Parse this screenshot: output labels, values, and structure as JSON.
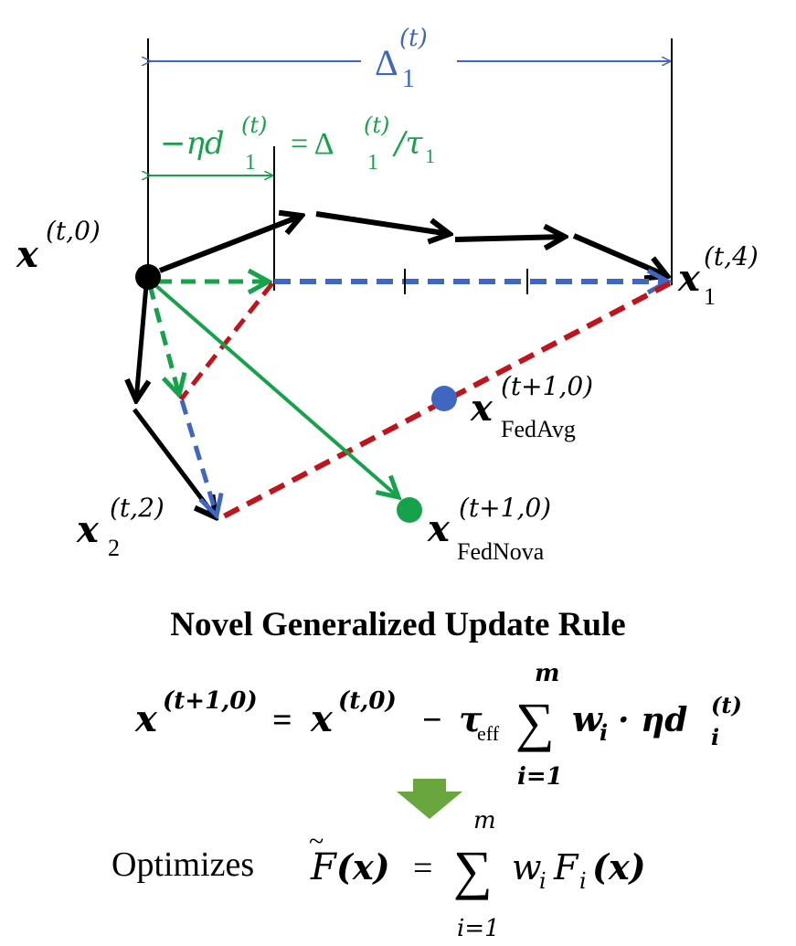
{
  "colors": {
    "black": "#000000",
    "blue": "#3f66c0",
    "green": "#16a24a",
    "red": "#c0141c",
    "arrow_green": "#6aa63e"
  },
  "labels": {
    "delta_main": "Δ",
    "delta_sub": "1",
    "delta_sup": "(t)",
    "step_lhs": "−ηd",
    "step_sub": "1",
    "step_sup": "(t)",
    "step_eq": "= Δ",
    "step_sub2": "1",
    "step_sup2": "(t)",
    "step_rhs": "/τ",
    "step_rhs_sub": "1",
    "x0": "x",
    "x0_sup": "(t,0)",
    "x1": "x",
    "x1_sub": "1",
    "x1_sup": "(t,4)",
    "x2": "x",
    "x2_sub": "2",
    "x2_sup": "(t,2)",
    "fedavg": "x",
    "fedavg_sub": "FedAvg",
    "fedavg_sup": "(t+1,0)",
    "fednova": "x",
    "fednova_sub": "FedNova",
    "fednova_sup": "(t+1,0)"
  },
  "title": "Novel Generalized Update Rule",
  "update_rule": {
    "lhs": "x",
    "lhs_sup": "(t+1,0)",
    "eq": "=",
    "x": "x",
    "x_sup": "(t,0)",
    "minus": "−",
    "tau": "τ",
    "tau_sub": "eff",
    "sum": "∑",
    "sum_top": "m",
    "sum_bottom": "i=1",
    "term": "w",
    "term_sub": "i",
    "dot": "· ηd",
    "d_sub": "i",
    "d_sup": "(t)"
  },
  "objective": {
    "prefix": "Optimizes",
    "F": "F",
    "tilde": "~",
    "arg": "(x)",
    "eq": "=",
    "sum": "∑",
    "sum_top": "m",
    "sum_bottom": "i=1",
    "term": "w",
    "term_sub": "i",
    "F2": "F",
    "F2_sub": "i",
    "arg2": "(x)"
  }
}
